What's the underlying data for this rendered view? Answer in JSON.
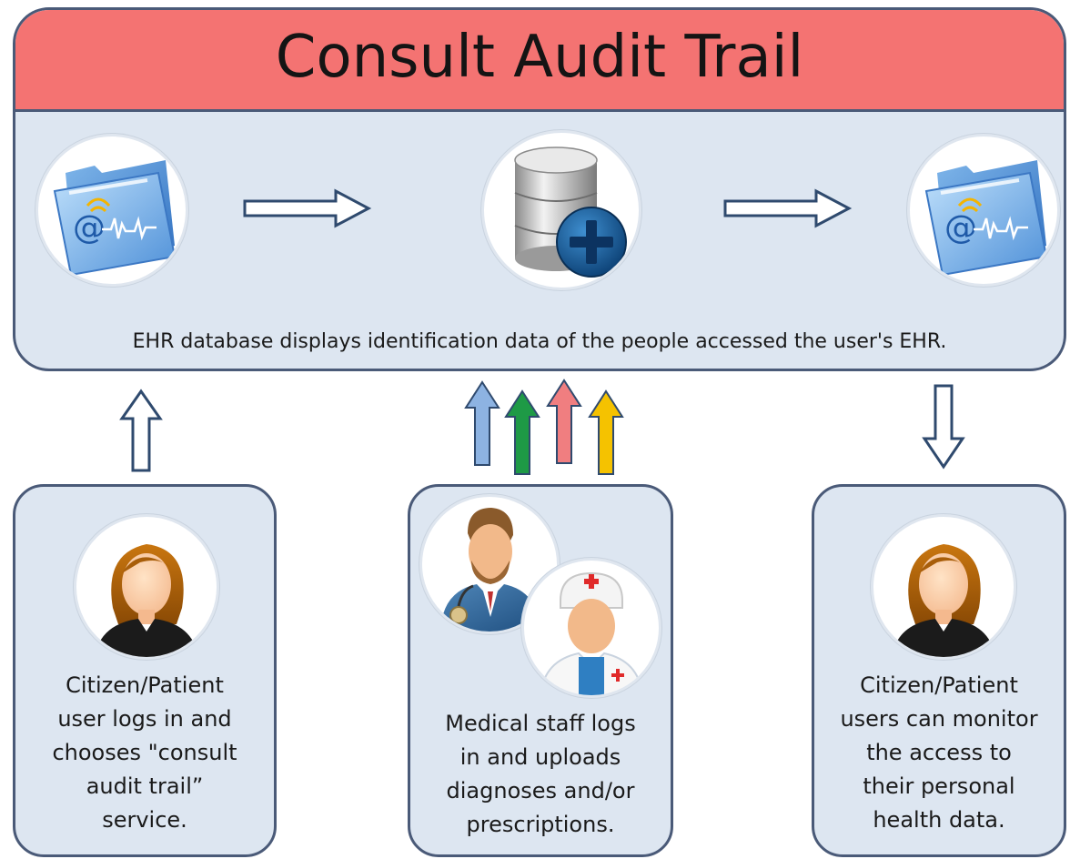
{
  "title": "Consult Audit Trail",
  "caption": "EHR database displays identification data of the people accessed the user's EHR.",
  "boxes": {
    "left": [
      "Citizen/Patient",
      "user logs in and",
      "chooses \"consult",
      "audit trail”",
      "service."
    ],
    "middle": [
      "Medical staff logs",
      "in and uploads",
      "diagnoses and/or",
      "prescriptions."
    ],
    "right": [
      "Citizen/Patient",
      "users can monitor",
      "the access to",
      "their personal",
      "health data."
    ]
  },
  "icons": {
    "left_folder": "ehr-folder-icon",
    "database": "database-plus-icon",
    "right_folder": "ehr-folder-icon",
    "left_user": "female-user-icon",
    "doctor": "doctor-icon",
    "nurse": "nurse-icon",
    "right_user": "female-user-icon"
  },
  "colors": {
    "title_bar": "#f47372",
    "panel": "#dde6f1",
    "border": "#4a5a78",
    "arrow_blue": "#8db3e2",
    "arrow_green": "#1e9a46",
    "arrow_red": "#f07e80",
    "arrow_yellow": "#f5c200"
  }
}
